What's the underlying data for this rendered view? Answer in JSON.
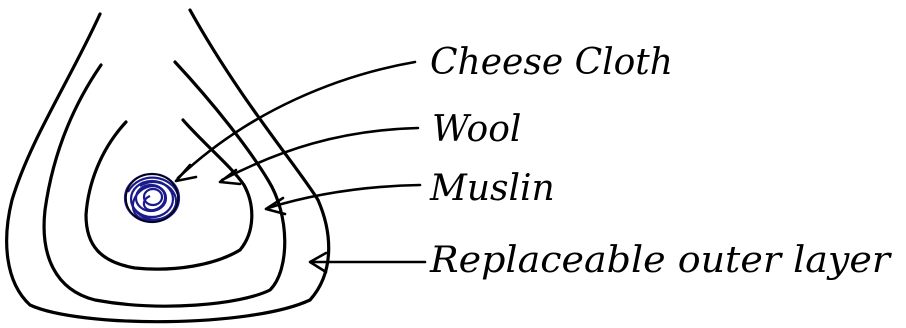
{
  "labels": {
    "cheese_cloth": "Cheese Cloth",
    "wool": "Wool",
    "muslin": "Muslin",
    "outer_layer": "Replaceable outer layer"
  },
  "colors": {
    "ink": "#000000",
    "core": "#1a1a8c"
  }
}
